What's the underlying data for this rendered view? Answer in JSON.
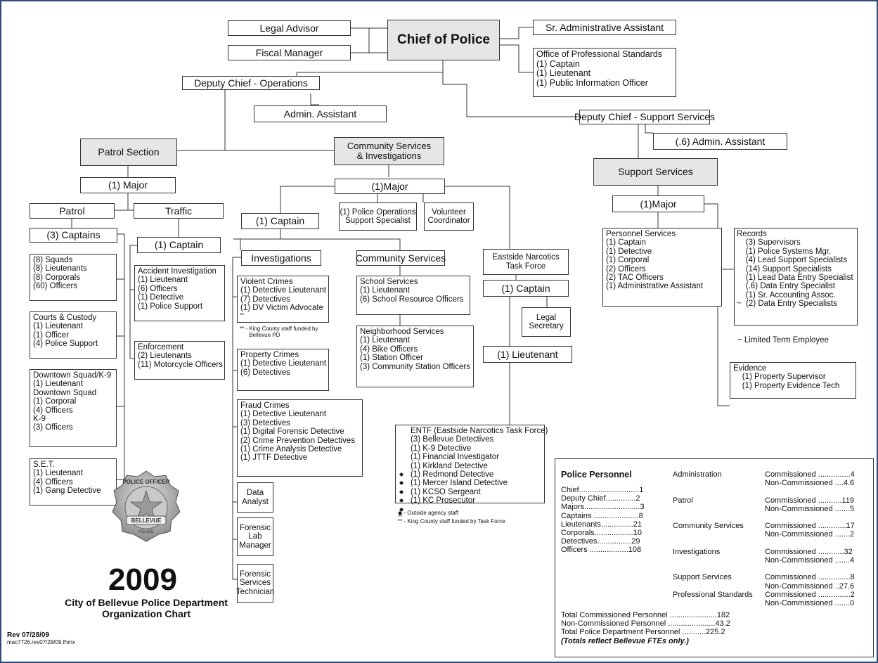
{
  "chief": "Chief of Police",
  "legal_advisor": "Legal Advisor",
  "fiscal_manager": "Fiscal Manager",
  "sr_admin": "Sr. Administrative Assistant",
  "ops": "Office of Professional Standards\n(1) Captain\n(1) Lieutenant\n(1) Public Information Officer",
  "deputy_ops": "Deputy Chief - Operations",
  "admin_assistant": "Admin. Assistant",
  "deputy_support": "Deputy Chief - Support Services",
  "admin_assistant_06": "(.6) Admin. Assistant",
  "patrol_section": "Patrol Section",
  "csi": "Community Services\n& Investigations",
  "support_services": "Support Services",
  "patrol_major": "(1) Major",
  "csi_major": "(1)Major",
  "support_major": "(1)Major",
  "patrol": "Patrol",
  "traffic": "Traffic",
  "patrol_captains": "(3) Captains",
  "traffic_captain": "(1) Captain",
  "squads": "(8) Squads\n(8) Lieutenants\n(8) Corporals\n(60) Officers",
  "courts": "Courts & Custody\n(1) Lieutenant\n(1) Officer\n(4) Police Support",
  "downtown": "Downtown Squad/K-9\n(1) Lieutenant\nDowntown Squad\n(1) Corporal\n(4) Officers\nK-9\n(3) Officers",
  "set": "S.E.T.\n(1) Lieutenant\n(4) Officers\n(1) Gang Detective",
  "accident": "Accident Investigation\n(1) Lieutenant\n(6) Officers\n(1) Detective\n(1) Police Support",
  "enforcement": "Enforcement\n(2) Lieutenants\n(11) Motorcycle Officers",
  "csi_captain": "(1) Captain",
  "pos_specialist": "(1) Police Operations\nSupport Specialist",
  "volunteer": "Volunteer\nCoordinator",
  "investigations": "Investigations",
  "community_services": "Community Services",
  "eastside": "Eastside Narcotics\nTask Force",
  "violent": "Violent Crimes\n(1) Detective Lieutenant\n(7) Detectives\n(1) DV Victim Advocate",
  "violent_mark": "**",
  "note_kc_pd": "** - King County staff funded by\n      Bellevue PD",
  "property": "Property Crimes\n(1) Detective Lieutenant\n(6) Detectives",
  "fraud": "Fraud Crimes\n(1) Detective Lieutenant\n(3) Detectives\n(1) Digital Forensic Detective\n(2) Crime Prevention Detectives\n(1) Crime Analysis Detective\n(1) JTTF Detective",
  "data_analyst": "Data\nAnalyst",
  "forensic_lab": "Forensic\nLab\nManager",
  "forensic_tech": "Forensic\nServices\nTechnician",
  "school": "School Services\n(1) Lieutenant\n(6) School Resource Officers",
  "neighborhood": "Neighborhood Services\n(1) Lieutenant\n(4) Bike Officers\n(1) Station Officer\n(3) Community Station Officers",
  "entf_captain": "(1) Captain",
  "legal_secretary": "Legal\nSecretary",
  "entf_lieutenant": "(1) Lieutenant",
  "entf": "ENTF (Eastside Narcotics Task Force)\n(3) Bellevue Detectives\n(1) K-9 Detective\n(1) Financial Investigator\n(1) Kirkland Detective\n(1) Redmond Detective\n(1) Mercer Island Detective\n(1) KCSO Sergeant\n(1) KC Prosecutor",
  "entf_marks": "◆\n◆\n◆\n◆\n◆",
  "entf_mark_kc": "**",
  "note_outside": "◆ - Outside agency staff",
  "note_kc_tf": "** - King County staff funded by Task Force",
  "personnel": "Personnel Services\n(1) Captain\n(1) Detective\n(1) Corporal\n(2) Officers\n(2) TAC Officers\n(1) Administrative Assistant",
  "records": "Records\n    (3) Supervisors\n    (1) Police Systems Mgr.\n    (4) Lead Support Specialists\n    (14) Support Specialists\n    (1) Lead Data Entry Specialist\n    (.6) Data Entry Specialist\n    (1) Sr. Accounting Assoc.\n~  (2) Data Entry Specialists",
  "limited_term": "~ Limited Term Employee",
  "evidence": "Evidence\n    (1) Property Supervisor\n    (1) Property Evidence Tech",
  "badge_top": "POLICE OFFICER",
  "badge_city": "BELLEVUE",
  "badge_bottom": "POLICE",
  "year": "2009",
  "title": "City of Bellevue Police Department\nOrganization Chart",
  "rev": "Rev 07/28/09",
  "file": "mac7726.rev07/28/09.fhmx",
  "personnel_table": {
    "heading": "Police Personnel",
    "ranks": "Chief............................1\nDeputy Chief..............2\nMajors..........................3\nCaptains .....................8\nLieutenants...............21\nCorporals..................10\nDetectives................29\nOfficers ..................108",
    "divisions": "Administration\n\n\nPatrol\n\n\nCommunity Services\n\n\nInvestigations\n\n\nSupport Services\n\nProfessional Standards",
    "counts": "Commissioned ...............4\nNon-Commissioned ....4.6\n\nCommissioned ...........119\nNon-Commissioned .......5\n\nCommissioned .............17\nNon-Commissioned .......2\n\nCommissioned ............32\nNon-Commissioned .......4\n\nCommissioned ...............8\nNon-Commissioned ..27.6\nCommissioned ...............2\nNon-Commissioned .......0",
    "totals": "Total Commissioned Personnel ......................182\nNon-Commissioned Personnel ......................43.2\nTotal Police Department Personnel ...........225.2",
    "footnote": "(Totals reflect Bellevue FTEs only.)"
  }
}
